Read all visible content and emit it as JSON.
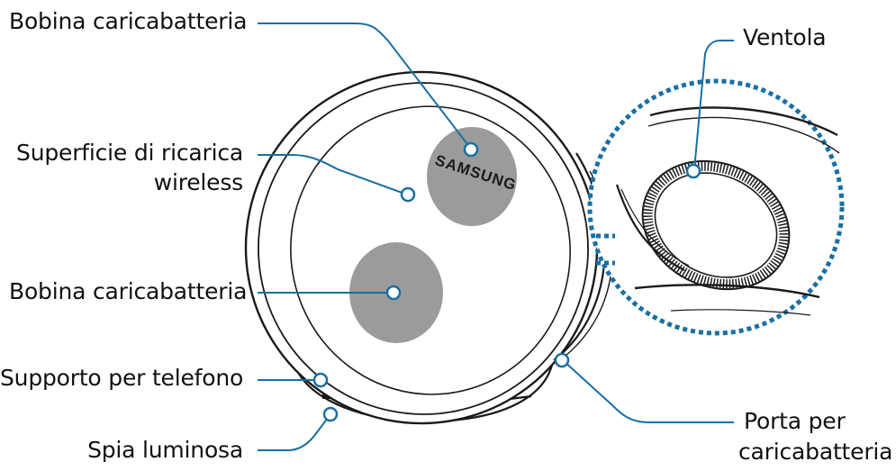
{
  "labels": {
    "coil_top": "Bobina caricabatteria",
    "surface_line1": "Superficie di ricarica",
    "surface_line2": "wireless",
    "coil_bottom": "Bobina caricabatteria",
    "stand": "Supporto per telefono",
    "led": "Spia luminosa",
    "fan": "Ventola",
    "port_line1": "Porta per",
    "port_line2": "caricabatteria"
  },
  "logo_text": "SAMSUNG",
  "colors": {
    "leader_line": "#1a6fa3",
    "outline": "#1a1a1a",
    "coil_fill": "#9b9b9b",
    "zoom_dots": "#1a6fa3"
  }
}
